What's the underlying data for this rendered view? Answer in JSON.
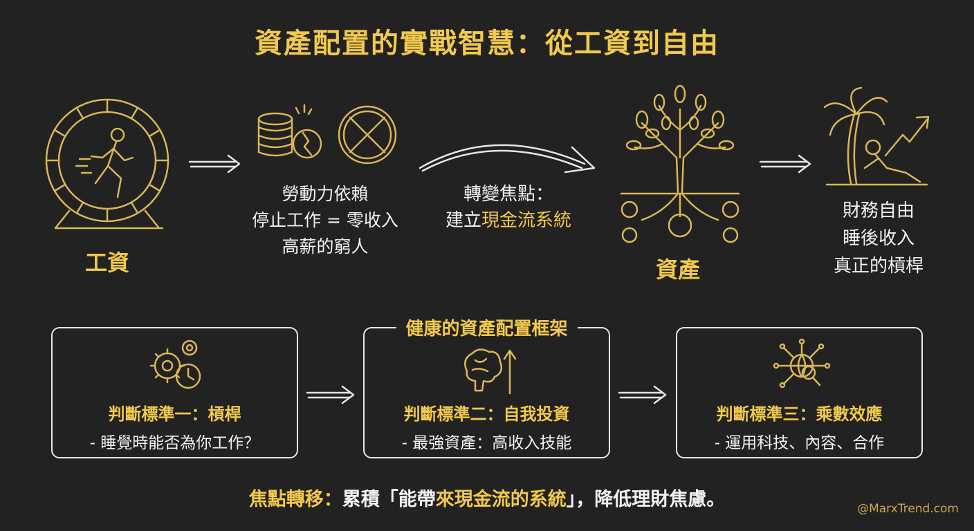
{
  "title": "資產配置的實戰智慧：從工資到自由",
  "top": {
    "wage_label": "工資",
    "dependence_lines": [
      "勞動力依賴",
      "停止工作 = 零收入",
      "高薪的窮人"
    ],
    "shift_line1": "轉變焦點：",
    "shift_line2_prefix": "建立",
    "shift_line2_highlight": "現金流系統",
    "asset_label": "資產",
    "freedom_lines": [
      "財務自由",
      "睡後收入",
      "真正的槓桿"
    ]
  },
  "framework": {
    "title": "健康的資產配置框架",
    "boxes": [
      {
        "title": "判斷標準一：槓桿",
        "sub": "- 睡覺時能否為你工作？"
      },
      {
        "title": "判斷標準二：自我投資",
        "sub": "- 最強資產：高收入技能"
      },
      {
        "title": "判斷標準三：乘數效應",
        "sub": "- 運用科技、內容、合作"
      }
    ]
  },
  "footer": {
    "prefix": "焦點轉移：",
    "mid1": "累積「能帶",
    "highlight": "來現金流的系統",
    "mid2": "」，降低理財焦慮。"
  },
  "watermark": "@MarxTrend.com",
  "icons": [
    "hamster-wheel-runner-icon",
    "coins-icon",
    "clock-icon",
    "curved-arrow-icon",
    "money-tree-icon",
    "palm-tree-relax-icon",
    "gears-clock-icon",
    "brain-growth-icon",
    "global-network-icon",
    "arrow-icon"
  ],
  "colors": {
    "background": "#222222",
    "accent": "#f2c94c",
    "text": "#f2f2f2"
  }
}
